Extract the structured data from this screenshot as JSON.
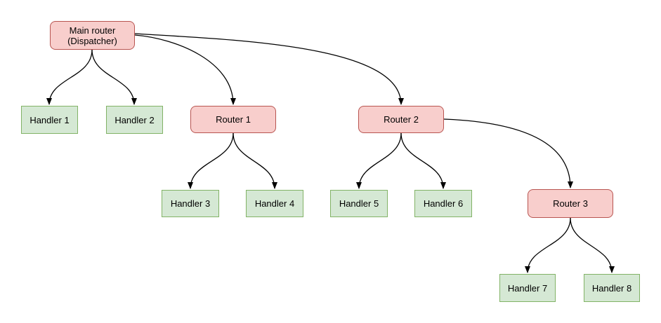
{
  "diagram": {
    "type": "flowchart-tree",
    "colors": {
      "router_fill": "#f8cecc",
      "router_border": "#b85450",
      "handler_fill": "#d5e8d4",
      "handler_border": "#82b366",
      "edge": "#000000",
      "background": "#ffffff",
      "text": "#000000"
    },
    "nodes": {
      "main": {
        "label": "Main router\n(Dispatcher)",
        "type": "router"
      },
      "h1": {
        "label": "Handler 1",
        "type": "handler"
      },
      "h2": {
        "label": "Handler 2",
        "type": "handler"
      },
      "r1": {
        "label": "Router 1",
        "type": "router"
      },
      "r2": {
        "label": "Router 2",
        "type": "router"
      },
      "h3": {
        "label": "Handler 3",
        "type": "handler"
      },
      "h4": {
        "label": "Handler 4",
        "type": "handler"
      },
      "h5": {
        "label": "Handler 5",
        "type": "handler"
      },
      "h6": {
        "label": "Handler 6",
        "type": "handler"
      },
      "r3": {
        "label": "Router 3",
        "type": "router"
      },
      "h7": {
        "label": "Handler 7",
        "type": "handler"
      },
      "h8": {
        "label": "Handler 8",
        "type": "handler"
      }
    },
    "edges": [
      {
        "from": "main",
        "to": "h1"
      },
      {
        "from": "main",
        "to": "h2"
      },
      {
        "from": "main",
        "to": "r1"
      },
      {
        "from": "main",
        "to": "r2"
      },
      {
        "from": "r1",
        "to": "h3"
      },
      {
        "from": "r1",
        "to": "h4"
      },
      {
        "from": "r2",
        "to": "h5"
      },
      {
        "from": "r2",
        "to": "h6"
      },
      {
        "from": "r2",
        "to": "r3"
      },
      {
        "from": "r3",
        "to": "h7"
      },
      {
        "from": "r3",
        "to": "h8"
      }
    ]
  }
}
